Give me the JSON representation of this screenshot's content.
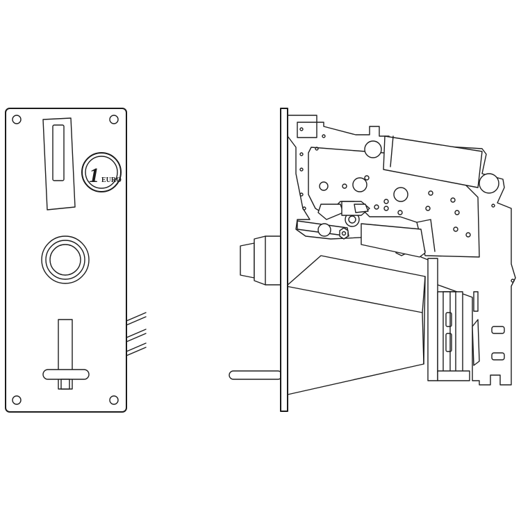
{
  "figure": {
    "views": [
      "front-view",
      "side-view"
    ]
  },
  "front_panel": {
    "coin_badge": {
      "numeral": "1",
      "currency": "EURO"
    }
  },
  "colors": {
    "line": "#1a1a1a",
    "background": "#ffffff"
  }
}
